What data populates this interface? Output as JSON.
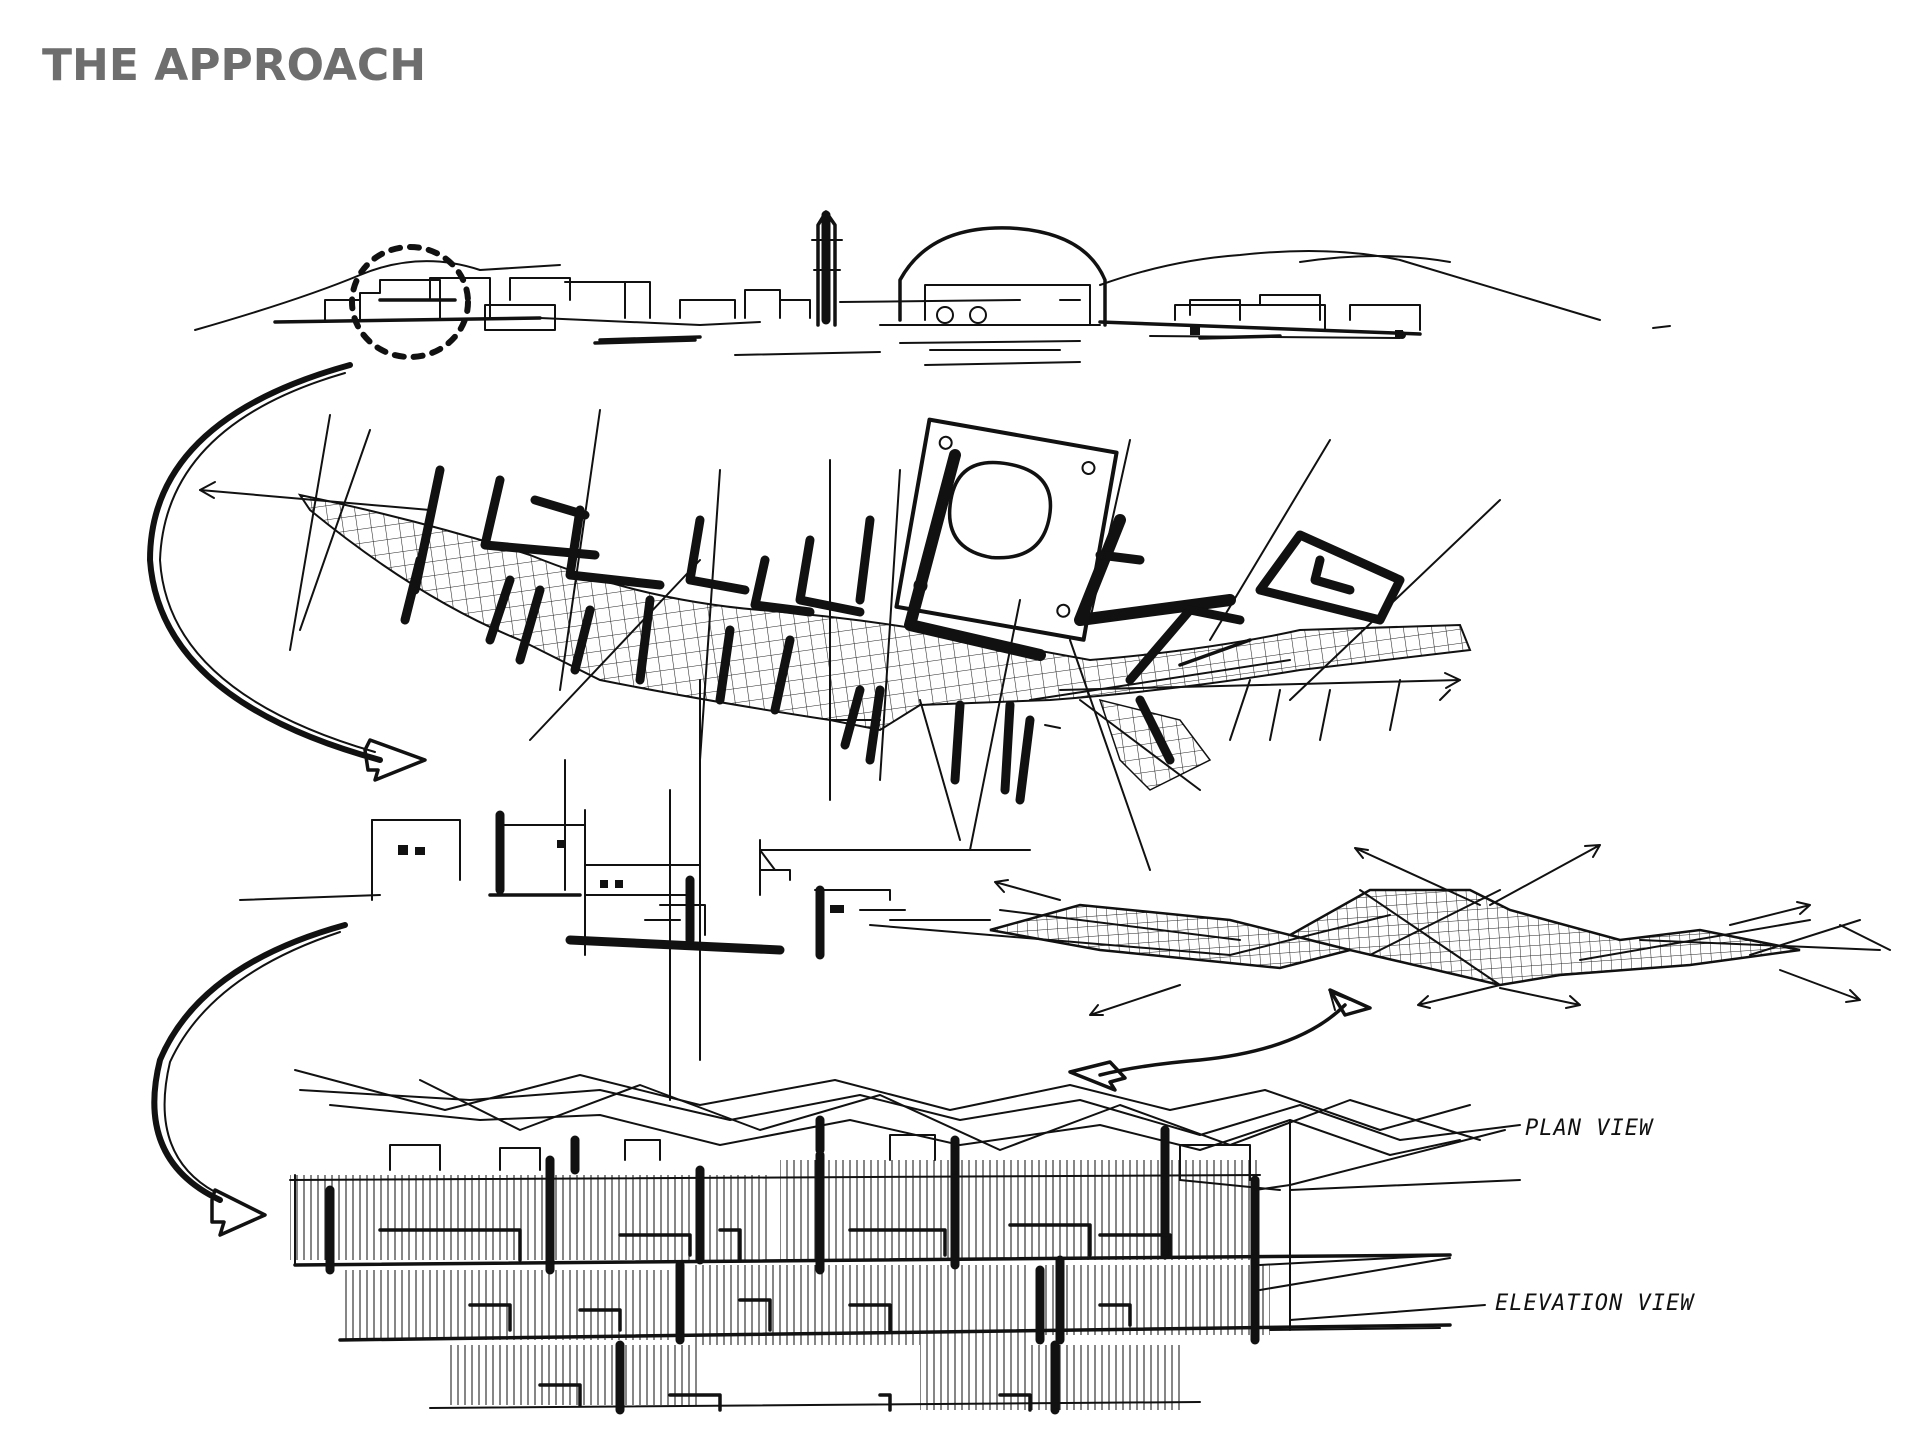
{
  "title": "THE APPROACH",
  "labels": {
    "plan_view": "PLAN VIEW",
    "elevation_view": "ELEVATION VIEW"
  },
  "colors": {
    "title": "#6e6e6e",
    "ink": "#111111",
    "background": "#ffffff"
  }
}
